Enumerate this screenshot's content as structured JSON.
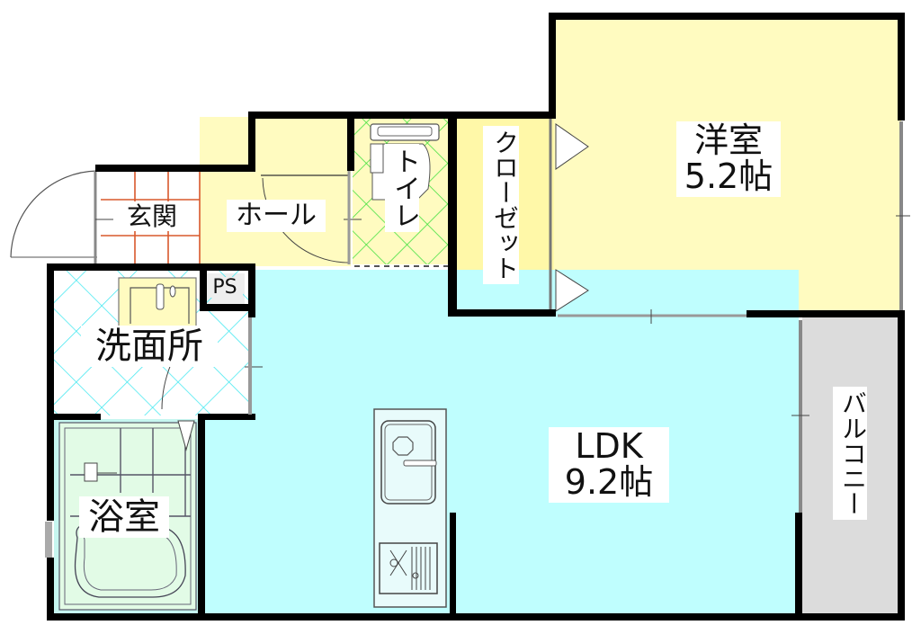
{
  "floorplan": {
    "colors": {
      "wall": "#000000",
      "western_room": "#fffbc0",
      "hall": "#fffbc0",
      "closet": "#fff8a8",
      "ldk": "#bffefe",
      "washroom_tile": "#40e8f0",
      "bath_floor": "#e2fbe6",
      "bath_outer": "#c6f6f0",
      "toilet_tile": "#3be03b",
      "genkan_tile": "#d9582c",
      "balcony": "#dcdcdc",
      "ps": "#eeeeee"
    },
    "rooms": {
      "western": {
        "name": "洋室",
        "size": "5.2帖"
      },
      "ldk": {
        "name": "LDK",
        "size": "9.2帖"
      },
      "closet": {
        "name": "クローゼット"
      },
      "toilet": {
        "name": "トイレ"
      },
      "hall": {
        "name": "ホール"
      },
      "genkan": {
        "name": "玄関"
      },
      "washroom": {
        "name": "洗面所"
      },
      "bath": {
        "name": "浴室"
      },
      "balcony": {
        "name": "バルコニー"
      },
      "ps": {
        "name": "PS"
      }
    }
  }
}
